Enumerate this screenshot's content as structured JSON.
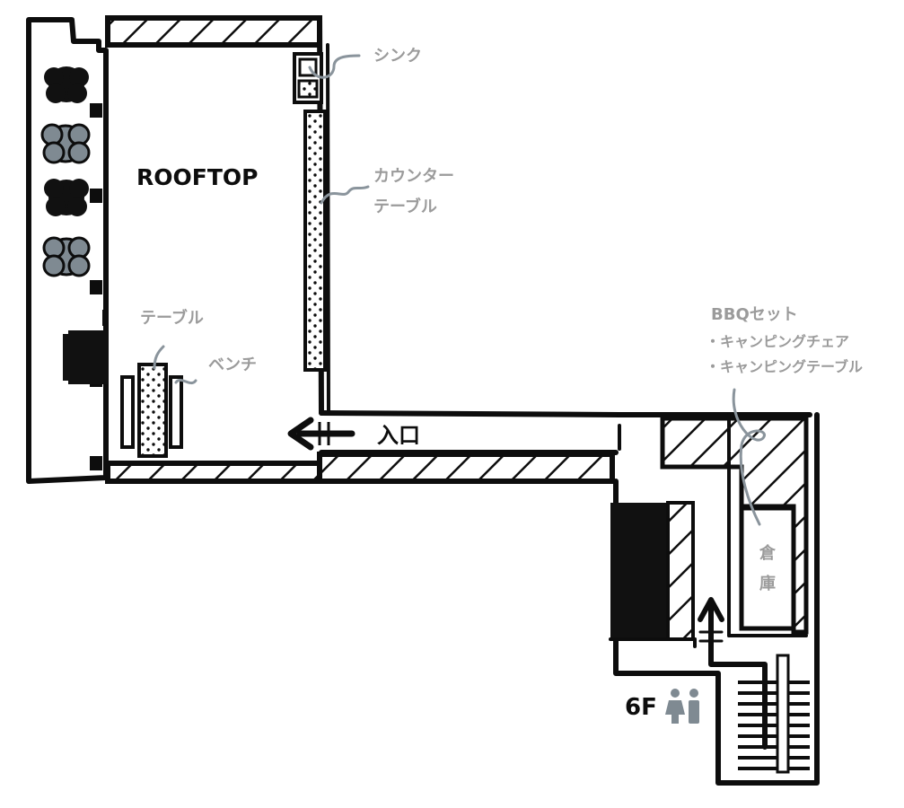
{
  "colors": {
    "ink": "#0d0d0d",
    "label_grey": "#9b9b9b",
    "leader_grey": "#8a949c",
    "shrub_grey": "#7f8a92",
    "toilet_icon": "#7f8a92"
  },
  "labels": {
    "rooftop": "ROOFTOP",
    "sink": "シンク",
    "counter_table_line1": "カウンター",
    "counter_table_line2": "テーブル",
    "table": "テーブル",
    "bench": "ベンチ",
    "entrance": "入口",
    "bbq_set": "BBQセット",
    "bbq_item_1": "・キャンピングチェア",
    "bbq_item_2": "・キャンピングテーブル",
    "storage_line1": "倉",
    "storage_line2": "庫",
    "floor": "6F"
  },
  "icons": {
    "shrubs": [
      "shrub-icon",
      "shrub-icon",
      "shrub-icon",
      "shrub-icon"
    ],
    "entrance_arrow": "left-arrow-icon",
    "stair_arrow": "up-arrow-icon",
    "restroom": "restroom-icon"
  }
}
